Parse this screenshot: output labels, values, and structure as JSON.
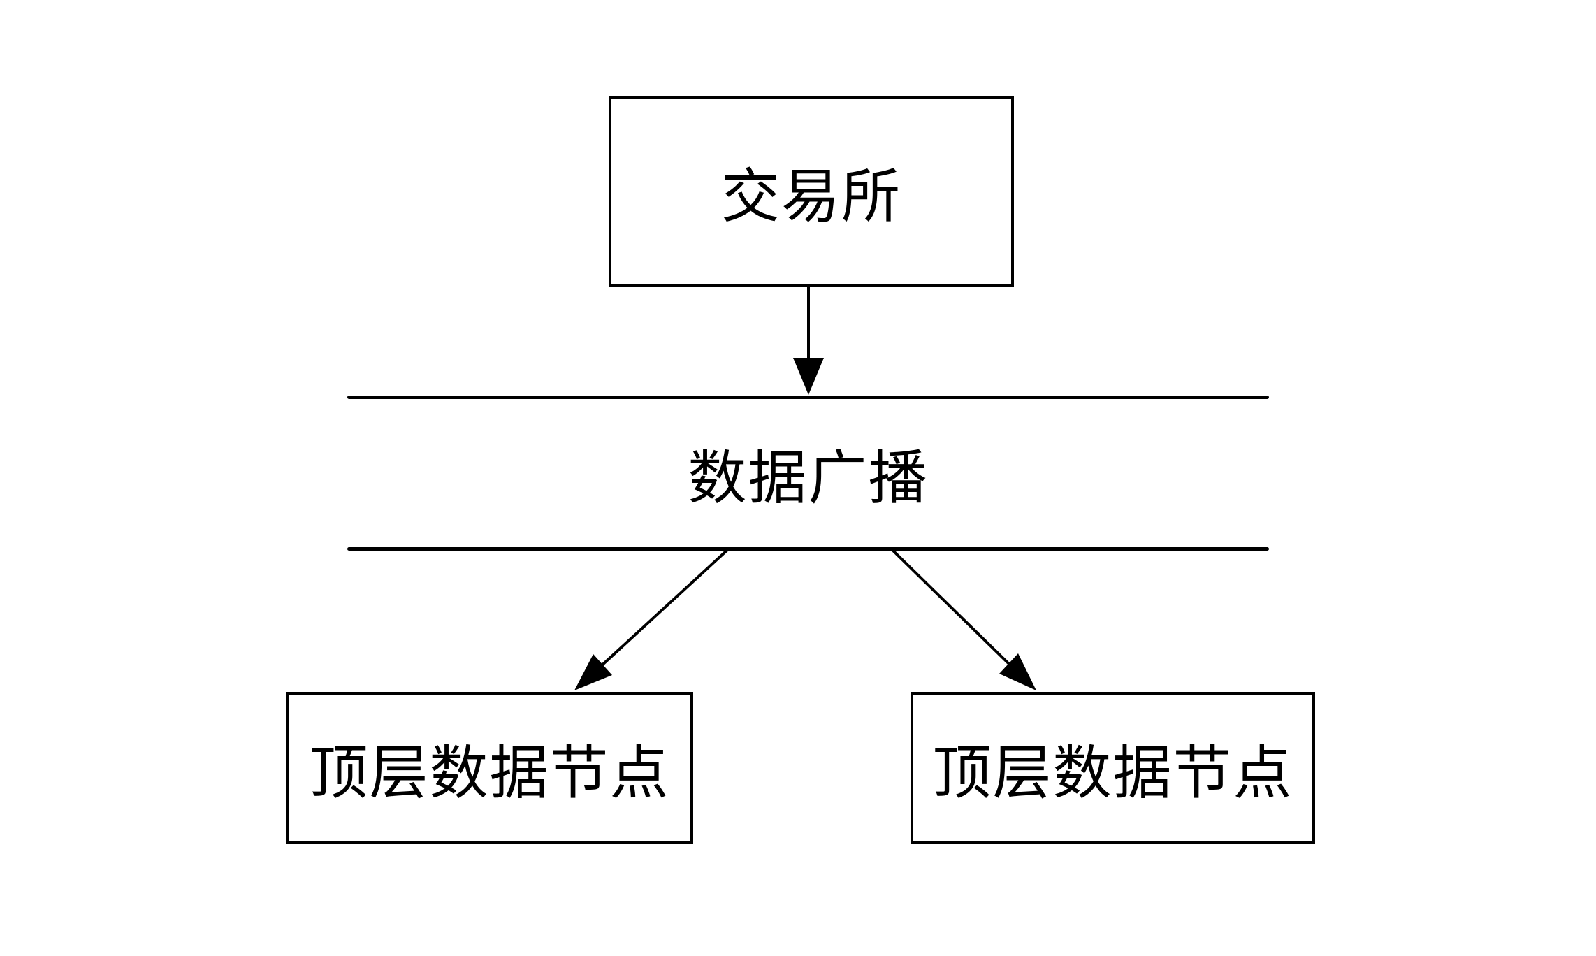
{
  "nodes": {
    "exchange": {
      "label": "交易所"
    },
    "broadcast": {
      "label": "数据广播"
    },
    "top_node_left": {
      "label": "顶层数据节点"
    },
    "top_node_right": {
      "label": "顶层数据节点"
    }
  },
  "edges": [
    {
      "from": "exchange",
      "to": "broadcast",
      "type": "arrow"
    },
    {
      "from": "broadcast",
      "to": "top_node_left",
      "type": "arrow"
    },
    {
      "from": "broadcast",
      "to": "top_node_right",
      "type": "arrow"
    }
  ],
  "colors": {
    "ink": "#000000",
    "background": "#ffffff"
  }
}
